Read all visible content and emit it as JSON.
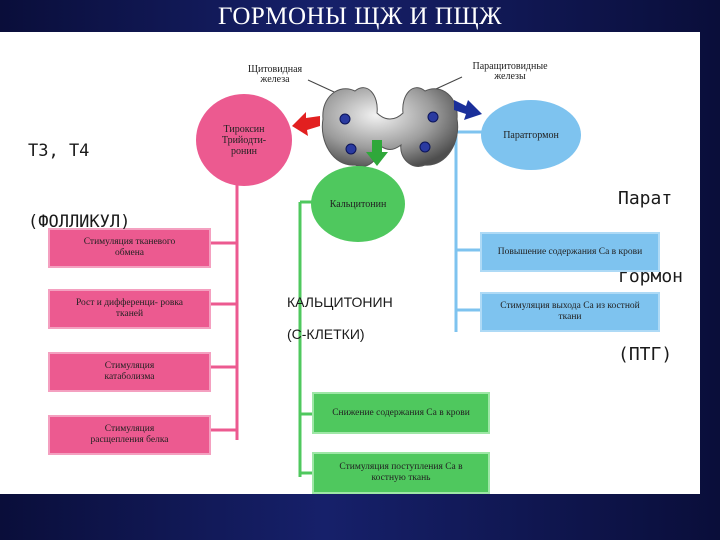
{
  "title": "ГОРМОНЫ ЩЖ И ПЩЖ",
  "annotations": {
    "t3t4_line1": "Т3, Т4",
    "t3t4_line2": "(ФОЛЛИКУЛ)",
    "ptg_line1": "Парат",
    "ptg_line2": "гормон",
    "ptg_line3": "(ПТГ)",
    "calcitonin_line1": "КАЛЬЦИТОНИН",
    "calcitonin_line2": "(С-КЛЕТКИ)"
  },
  "gland_labels": {
    "thyroid_line1": "Щитовидная",
    "thyroid_line2": "железа",
    "parathyroid_line1": "Паращитовидные",
    "parathyroid_line2": "железы"
  },
  "nodes": {
    "thyroxine": "Тироксин Трийодти- ронин",
    "parathormone": "Паратгормон",
    "calcitonin": "Кальцитонин"
  },
  "pink_effects": [
    "Стимуляция тканевого обмена",
    "Рост и дифференци- ровка тканей",
    "Стимуляция катаболизма",
    "Стимуляция расщепления белка"
  ],
  "blue_effects": [
    "Повышение содержания Са в крови",
    "Стимуляция выхода Са из костной ткани"
  ],
  "green_effects": [
    "Снижение содержания Са в крови",
    "Стимуляция поступления Са в костную ткань"
  ],
  "colors": {
    "pink": "#ec5a90",
    "blue": "#7ec3ef",
    "green": "#4fc85e",
    "arrow_red": "#e22020",
    "arrow_blue": "#1a2f9a",
    "arrow_green": "#2fa83a"
  },
  "icons": [
    "thyroid-gland-icon",
    "red-arrow-icon",
    "blue-arrow-icon",
    "green-arrow-icon"
  ]
}
